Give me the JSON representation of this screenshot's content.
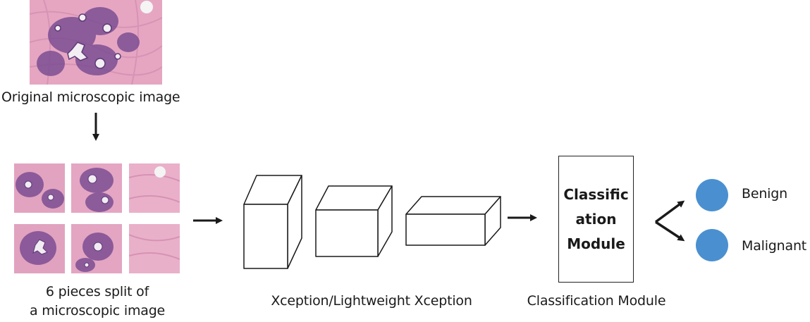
{
  "colors": {
    "tissue_pink": "#e8a9c4",
    "tissue_purple": "#7a4f92",
    "output_circle": "#4a90d0",
    "stroke": "#1a1a1a"
  },
  "original": {
    "caption": "Original microscopic image"
  },
  "pieces": {
    "caption_line1": "6 pieces split of",
    "caption_line2": "a microscopic image"
  },
  "network": {
    "caption": "Xception/Lightweight Xception"
  },
  "classifier": {
    "box_lines": [
      "Classific",
      "ation",
      "Module"
    ],
    "caption": "Classification Module"
  },
  "outputs": {
    "benign": "Benign",
    "malignant": "Malignant"
  }
}
